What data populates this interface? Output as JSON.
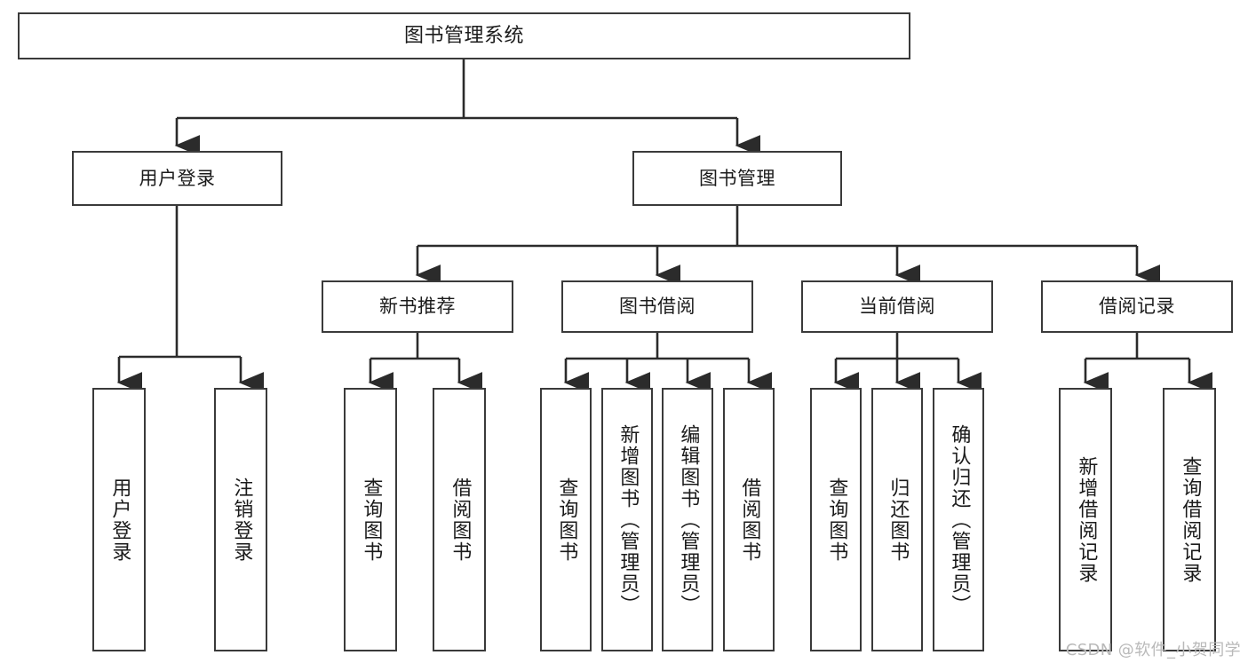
{
  "diagram": {
    "title": "图书管理系统",
    "type": "tree-hierarchy-diagram",
    "root": {
      "id": "root",
      "label": "图书管理系统"
    },
    "level2": [
      {
        "id": "user-login",
        "label": "用户登录"
      },
      {
        "id": "book-manage",
        "label": "图书管理"
      }
    ],
    "level3": [
      {
        "id": "new-book-rec",
        "label": "新书推荐"
      },
      {
        "id": "book-borrow",
        "label": "图书借阅"
      },
      {
        "id": "current-borrow",
        "label": "当前借阅"
      },
      {
        "id": "borrow-record",
        "label": "借阅记录"
      }
    ],
    "leaves": [
      {
        "id": "leaf-user-login",
        "label": "用户登录",
        "parent": "user-login"
      },
      {
        "id": "leaf-logout",
        "label": "注销登录",
        "parent": "user-login"
      },
      {
        "id": "leaf-query-book-1",
        "label": "查询图书",
        "parent": "new-book-rec"
      },
      {
        "id": "leaf-borrow-book-1",
        "label": "借阅图书",
        "parent": "new-book-rec"
      },
      {
        "id": "leaf-query-book-2",
        "label": "查询图书",
        "parent": "book-borrow"
      },
      {
        "id": "leaf-add-book",
        "label": "新增图书（管理员）",
        "parent": "book-borrow"
      },
      {
        "id": "leaf-edit-book",
        "label": "编辑图书（管理员）",
        "parent": "book-borrow"
      },
      {
        "id": "leaf-borrow-book-2",
        "label": "借阅图书",
        "parent": "book-borrow"
      },
      {
        "id": "leaf-query-book-3",
        "label": "查询图书",
        "parent": "current-borrow"
      },
      {
        "id": "leaf-return-book",
        "label": "归还图书",
        "parent": "current-borrow"
      },
      {
        "id": "leaf-confirm-return",
        "label": "确认归还（管理员）",
        "parent": "current-borrow"
      },
      {
        "id": "leaf-add-record",
        "label": "新增借阅记录",
        "parent": "borrow-record"
      },
      {
        "id": "leaf-query-record",
        "label": "查询借阅记录",
        "parent": "borrow-record"
      }
    ],
    "colors": {
      "box_stroke": "#3a3a3a",
      "box_fill": "#ffffff",
      "connector": "#2b2b2b",
      "text": "#1b1b1b",
      "watermark": "#b9b9b9"
    }
  },
  "watermark": {
    "text": "CSDN @软件_小贺同学"
  }
}
